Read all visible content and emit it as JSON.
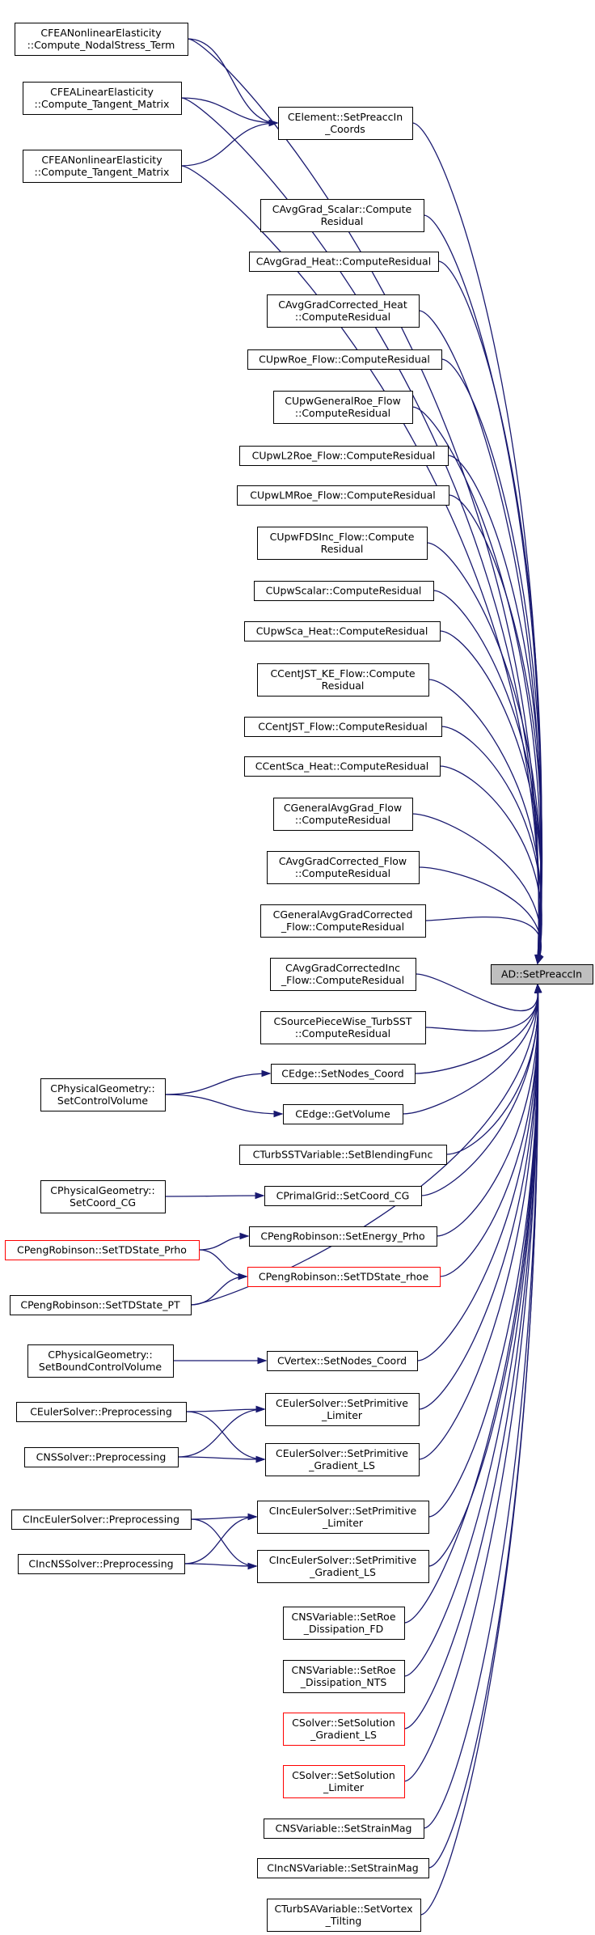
{
  "graph": {
    "edge_color": "#191970",
    "root_fill": "#bfbfbf",
    "highlight_border": "#ff0000",
    "nodes": [
      {
        "id": "root",
        "lines": [
          "AD::SetPreaccIn"
        ],
        "style": "root"
      },
      {
        "id": "n_fea_nl_stress",
        "lines": [
          "CFEANonlinearElasticity",
          "::Compute_NodalStress_Term"
        ]
      },
      {
        "id": "n_fea_lin_tan",
        "lines": [
          "CFEALinearElasticity",
          "::Compute_Tangent_Matrix"
        ]
      },
      {
        "id": "n_fea_nl_tan",
        "lines": [
          "CFEANonlinearElasticity",
          "::Compute_Tangent_Matrix"
        ]
      },
      {
        "id": "n_element",
        "lines": [
          "CElement::SetPreaccIn",
          "_Coords"
        ]
      },
      {
        "id": "n_avggrad_scalar",
        "lines": [
          "CAvgGrad_Scalar::Compute",
          "Residual"
        ]
      },
      {
        "id": "n_avggrad_heat",
        "lines": [
          "CAvgGrad_Heat::ComputeResidual"
        ]
      },
      {
        "id": "n_avggradcorr_heat",
        "lines": [
          "CAvgGradCorrected_Heat",
          "::ComputeResidual"
        ]
      },
      {
        "id": "n_upwroe",
        "lines": [
          "CUpwRoe_Flow::ComputeResidual"
        ]
      },
      {
        "id": "n_upwgenroe",
        "lines": [
          "CUpwGeneralRoe_Flow",
          "::ComputeResidual"
        ]
      },
      {
        "id": "n_upwl2roe",
        "lines": [
          "CUpwL2Roe_Flow::ComputeResidual"
        ]
      },
      {
        "id": "n_upwlmroe",
        "lines": [
          "CUpwLMRoe_Flow::ComputeResidual"
        ]
      },
      {
        "id": "n_upwfdsinc",
        "lines": [
          "CUpwFDSInc_Flow::Compute",
          "Residual"
        ]
      },
      {
        "id": "n_upwscalar",
        "lines": [
          "CUpwScalar::ComputeResidual"
        ]
      },
      {
        "id": "n_upwsca_heat",
        "lines": [
          "CUpwSca_Heat::ComputeResidual"
        ]
      },
      {
        "id": "n_centjst_ke",
        "lines": [
          "CCentJST_KE_Flow::Compute",
          "Residual"
        ]
      },
      {
        "id": "n_centjst",
        "lines": [
          "CCentJST_Flow::ComputeResidual"
        ]
      },
      {
        "id": "n_centsca_heat",
        "lines": [
          "CCentSca_Heat::ComputeResidual"
        ]
      },
      {
        "id": "n_genavggrad",
        "lines": [
          "CGeneralAvgGrad_Flow",
          "::ComputeResidual"
        ]
      },
      {
        "id": "n_avggradcorr_flow",
        "lines": [
          "CAvgGradCorrected_Flow",
          "::ComputeResidual"
        ]
      },
      {
        "id": "n_genavggradcorr",
        "lines": [
          "CGeneralAvgGradCorrected",
          "_Flow::ComputeResidual"
        ]
      },
      {
        "id": "n_avggradcorrinc",
        "lines": [
          "CAvgGradCorrectedInc",
          "_Flow::ComputeResidual"
        ]
      },
      {
        "id": "n_sourcepw",
        "lines": [
          "CSourcePieceWise_TurbSST",
          "::ComputeResidual"
        ]
      },
      {
        "id": "n_edge_setnodes",
        "lines": [
          "CEdge::SetNodes_Coord"
        ]
      },
      {
        "id": "n_physgeo_ctrlvol",
        "lines": [
          "CPhysicalGeometry::",
          "SetControlVolume"
        ]
      },
      {
        "id": "n_edge_getvol",
        "lines": [
          "CEdge::GetVolume"
        ]
      },
      {
        "id": "n_turbsst_blend",
        "lines": [
          "CTurbSSTVariable::SetBlendingFunc"
        ]
      },
      {
        "id": "n_physgeo_coordcg",
        "lines": [
          "CPhysicalGeometry::",
          "SetCoord_CG"
        ]
      },
      {
        "id": "n_primal_coordcg",
        "lines": [
          "CPrimalGrid::SetCoord_CG"
        ]
      },
      {
        "id": "n_pr_energy",
        "lines": [
          "CPengRobinson::SetEnergy_Prho"
        ]
      },
      {
        "id": "n_pr_tdstate_prho",
        "lines": [
          "CPengRobinson::SetTDState_Prho"
        ],
        "style": "red"
      },
      {
        "id": "n_pr_tdstate_rhoe",
        "lines": [
          "CPengRobinson::SetTDState_rhoe"
        ],
        "style": "red"
      },
      {
        "id": "n_pr_tdstate_pt",
        "lines": [
          "CPengRobinson::SetTDState_PT"
        ]
      },
      {
        "id": "n_physgeo_boundcv",
        "lines": [
          "CPhysicalGeometry::",
          "SetBoundControlVolume"
        ]
      },
      {
        "id": "n_vertex_setnodes",
        "lines": [
          "CVertex::SetNodes_Coord"
        ]
      },
      {
        "id": "n_euler_pre",
        "lines": [
          "CEulerSolver::Preprocessing"
        ]
      },
      {
        "id": "n_ns_pre",
        "lines": [
          "CNSSolver::Preprocessing"
        ]
      },
      {
        "id": "n_euler_lim",
        "lines": [
          "CEulerSolver::SetPrimitive",
          "_Limiter"
        ]
      },
      {
        "id": "n_euler_grad",
        "lines": [
          "CEulerSolver::SetPrimitive",
          "_Gradient_LS"
        ]
      },
      {
        "id": "n_inceuler_pre",
        "lines": [
          "CIncEulerSolver::Preprocessing"
        ]
      },
      {
        "id": "n_incns_pre",
        "lines": [
          "CIncNSSolver::Preprocessing"
        ]
      },
      {
        "id": "n_inceuler_lim",
        "lines": [
          "CIncEulerSolver::SetPrimitive",
          "_Limiter"
        ]
      },
      {
        "id": "n_inceuler_grad",
        "lines": [
          "CIncEulerSolver::SetPrimitive",
          "_Gradient_LS"
        ]
      },
      {
        "id": "n_nsvar_roefd",
        "lines": [
          "CNSVariable::SetRoe",
          "_Dissipation_FD"
        ]
      },
      {
        "id": "n_nsvar_roents",
        "lines": [
          "CNSVariable::SetRoe",
          "_Dissipation_NTS"
        ]
      },
      {
        "id": "n_solver_grad",
        "lines": [
          "CSolver::SetSolution",
          "_Gradient_LS"
        ],
        "style": "red"
      },
      {
        "id": "n_solver_lim",
        "lines": [
          "CSolver::SetSolution",
          "_Limiter"
        ],
        "style": "red"
      },
      {
        "id": "n_nsvar_strain",
        "lines": [
          "CNSVariable::SetStrainMag"
        ]
      },
      {
        "id": "n_incnsvar_strain",
        "lines": [
          "CIncNSVariable::SetStrainMag"
        ]
      },
      {
        "id": "n_turbsa_vortex",
        "lines": [
          "CTurbSAVariable::SetVortex",
          "_Tilting"
        ]
      }
    ]
  }
}
